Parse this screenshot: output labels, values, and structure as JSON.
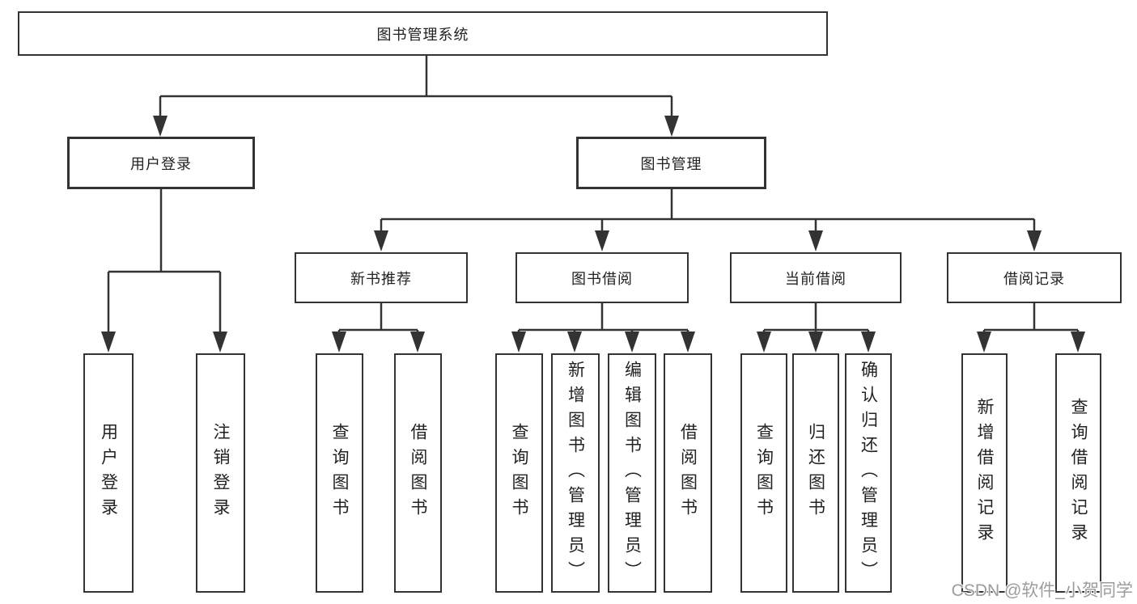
{
  "diagram": {
    "root": {
      "label": "图书管理系统"
    },
    "branches": [
      {
        "label": "用户登录",
        "children": [
          {
            "label": "用户登录"
          },
          {
            "label": "注销登录"
          }
        ]
      },
      {
        "label": "图书管理",
        "children": [
          {
            "label": "新书推荐",
            "children": [
              {
                "label": "查询图书"
              },
              {
                "label": "借阅图书"
              }
            ]
          },
          {
            "label": "图书借阅",
            "children": [
              {
                "label": "查询图书"
              },
              {
                "label": "新增图书（管理员）"
              },
              {
                "label": "编辑图书（管理员）"
              },
              {
                "label": "借阅图书"
              }
            ]
          },
          {
            "label": "当前借阅",
            "children": [
              {
                "label": "查询图书"
              },
              {
                "label": "归还图书"
              },
              {
                "label": "确认归还（管理员）"
              }
            ]
          },
          {
            "label": "借阅记录",
            "children": [
              {
                "label": "新增借阅记录"
              },
              {
                "label": "查询借阅记录"
              }
            ]
          }
        ]
      }
    ]
  },
  "watermark": {
    "text": "CSDN @软件_小贺同学"
  },
  "colors": {
    "line": "#333333",
    "border": "#333333",
    "text": "#222222",
    "background": "#ffffff",
    "watermark": "#9c9c9c"
  }
}
